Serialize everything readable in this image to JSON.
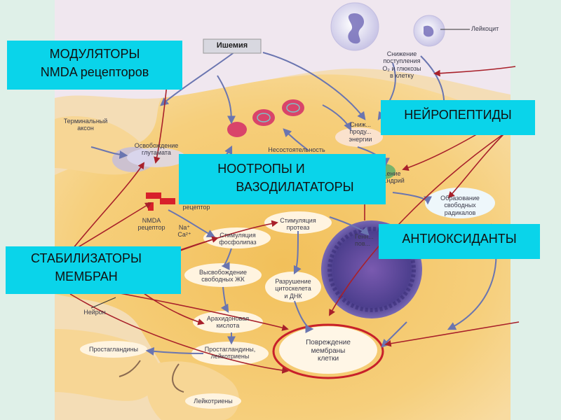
{
  "diagram": {
    "labels": {
      "ischemia": "Ишемия",
      "leukocyte": "Лейкоцит",
      "o2_glucose": "Снижение\nпоступления\nO₂ и глюкозы\nв клетку",
      "terminal_axon": "Терминальный\nаксон",
      "glutamate_release": "Освобождение\nглутамата",
      "insufficiency": "Несостоятельность",
      "energy_production": "Сниж...\nпроду...\nэнергии",
      "mitochondria": "...ение\n...ндрий",
      "nmda_receptor": "NMDA\nрецептор",
      "receptor": "рецептор",
      "na_ca": "Na⁺\nCa²⁺",
      "free_radicals": "Образование\nсвободных\nрадикалов",
      "protease": "Стимуляция\nпротеаз",
      "phospholipase": "Стимуляция\nфосфолипаз",
      "free_fa": "Высвобождение\nсвободных ЖК",
      "cytoskeleton": "Разрушение\nцитоскелета\nи ДНК",
      "gene": "Генн...\nпов...",
      "neuron": "Нейрон",
      "arachidonic": "Арахидоновая\nкислота",
      "prostaglandins": "Простагландины",
      "prostaglandins_leukotrienes": "Простагландины,\nлейкотриены",
      "leukotrienes": "Лейкотриены",
      "membrane_damage": "Повреждение\nмембраны\nклетки"
    },
    "overlay_boxes": {
      "modulators": [
        "МОДУЛЯТОРЫ",
        "NMDA рецепторов"
      ],
      "neuropeptides": [
        "НЕЙРОПЕПТИДЫ"
      ],
      "nootropics": [
        "НООТРОПЫ И",
        "ВАЗОДИЛАТАТОРЫ"
      ],
      "antioxidants": [
        "АНТИОКСИДАНТЫ"
      ],
      "membrane_stabilizers": [
        "СТАБИЛИЗАТОРЫ",
        "МЕМБРАН"
      ]
    },
    "colors": {
      "frame": "#dff0e8",
      "cell": "#f6cf78",
      "cytoplasm": "#f2bc58",
      "overlay_box": "#0ad4ea",
      "highlight_ring": "#c8202a",
      "red_arrow": "#a8202a",
      "blue_arrow": "#6a75b0",
      "nucleus": "#5a4a9a"
    }
  }
}
